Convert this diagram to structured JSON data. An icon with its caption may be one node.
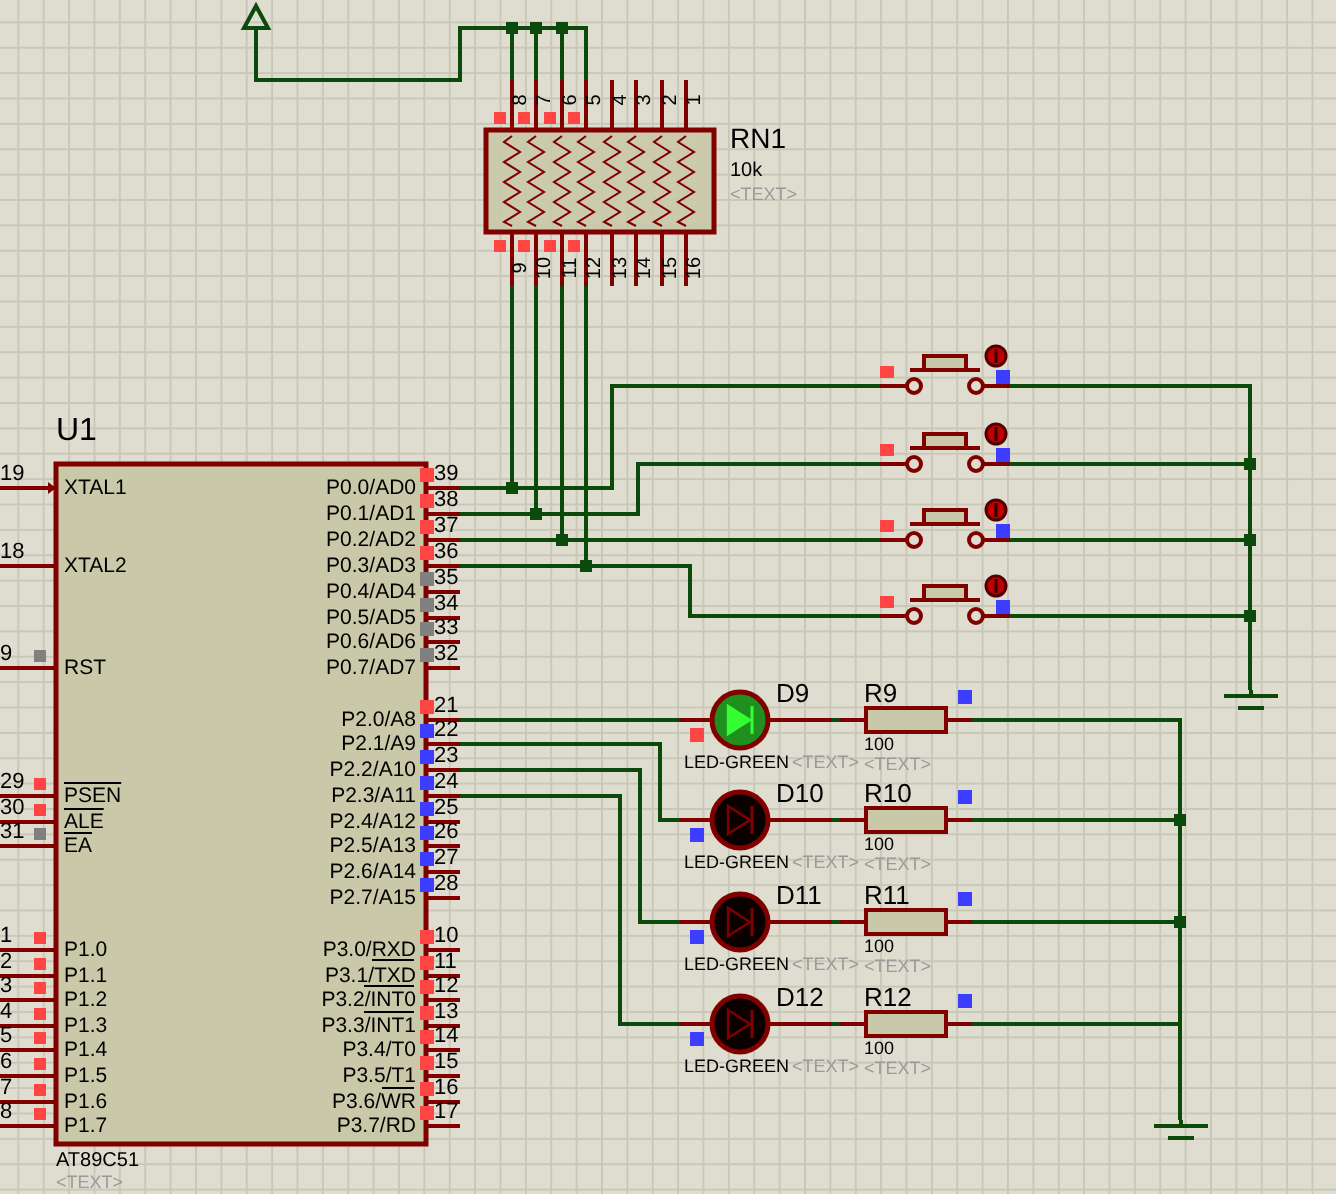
{
  "diagram": {
    "nodes": [
      {
        "text": [
          "U1"
        ],
        "beside": [
          "AT89C51",
          "<TEXT>"
        ]
      },
      {
        "text": [],
        "shape": "triangle"
      },
      {
        "text": [
          "RN1",
          "10k",
          "<TEXT>"
        ]
      },
      {
        "text": [],
        "shape": "switch"
      },
      {
        "text": [],
        "shape": "switch"
      },
      {
        "text": [],
        "shape": "switch"
      },
      {
        "text": [],
        "shape": "switch"
      },
      {
        "text": [
          "D9"
        ],
        "beside": [
          "LED-GREEN",
          "<TEXT>"
        ]
      },
      {
        "text": [
          "D10"
        ],
        "beside": [
          "LED-GREEN",
          "<TEXT>"
        ]
      },
      {
        "text": [
          "D11"
        ],
        "beside": [
          "LED-GREEN",
          "<TEXT>"
        ]
      },
      {
        "text": [
          "D12"
        ],
        "beside": [
          "LED-GREEN",
          "<TEXT>"
        ]
      },
      {
        "text": [
          "R9"
        ],
        "beside": [
          "100",
          "<TEXT>"
        ]
      },
      {
        "text": [
          "R10"
        ],
        "beside": [
          "100",
          "<TEXT>"
        ]
      },
      {
        "text": [
          "R11"
        ],
        "beside": [
          "100",
          "<TEXT>"
        ]
      },
      {
        "text": [
          "R12"
        ],
        "beside": [
          "100",
          "<TEXT>"
        ]
      },
      {
        "text": [],
        "shape": "ground"
      },
      {
        "text": [],
        "shape": "ground"
      }
    ],
    "edges": [
      {
        "from": 1,
        "to": 2,
        "arrow": "none"
      },
      {
        "from": 2,
        "to": 0,
        "arrow": "none"
      },
      {
        "from": 2,
        "to": 0,
        "arrow": "none"
      },
      {
        "from": 2,
        "to": 0,
        "arrow": "none"
      },
      {
        "from": 2,
        "to": 0,
        "arrow": "none"
      },
      {
        "from": 0,
        "to": 3,
        "arrow": "none"
      },
      {
        "from": 0,
        "to": 4,
        "arrow": "none"
      },
      {
        "from": 0,
        "to": 5,
        "arrow": "none"
      },
      {
        "from": 0,
        "to": 6,
        "arrow": "none"
      },
      {
        "from": 3,
        "to": 15,
        "arrow": "none"
      },
      {
        "from": 4,
        "to": 15,
        "arrow": "none"
      },
      {
        "from": 5,
        "to": 15,
        "arrow": "none"
      },
      {
        "from": 6,
        "to": 15,
        "arrow": "none"
      },
      {
        "from": 0,
        "to": 7,
        "arrow": "none"
      },
      {
        "from": 0,
        "to": 8,
        "arrow": "none"
      },
      {
        "from": 0,
        "to": 9,
        "arrow": "none"
      },
      {
        "from": 0,
        "to": 10,
        "arrow": "none"
      },
      {
        "from": 7,
        "to": 11,
        "arrow": "none"
      },
      {
        "from": 8,
        "to": 12,
        "arrow": "none"
      },
      {
        "from": 9,
        "to": 13,
        "arrow": "none"
      },
      {
        "from": 10,
        "to": 14,
        "arrow": "none"
      },
      {
        "from": 11,
        "to": 16,
        "arrow": "none"
      },
      {
        "from": 12,
        "to": 16,
        "arrow": "none"
      },
      {
        "from": 13,
        "to": 16,
        "arrow": "none"
      },
      {
        "from": 14,
        "to": 16,
        "arrow": "none"
      }
    ],
    "labels": [
      "8",
      "7",
      "6",
      "5",
      "4",
      "3",
      "2",
      "1",
      "9",
      "10",
      "11",
      "12",
      "13",
      "14",
      "15",
      "16",
      "19",
      "XTAL1",
      "18",
      "XTAL2",
      "9",
      "RST",
      "29",
      "PSEN",
      "30",
      "ALE",
      "31",
      "EA",
      "1",
      "P1.0",
      "2",
      "P1.1",
      "3",
      "P1.2",
      "4",
      "P1.3",
      "5",
      "P1.4",
      "6",
      "P1.5",
      "7",
      "P1.6",
      "8",
      "P1.7",
      "P0.0/AD0",
      "39",
      "P0.1/AD1",
      "38",
      "P0.2/AD2",
      "37",
      "P0.3/AD3",
      "36",
      "P0.4/AD4",
      "35",
      "P0.5/AD5",
      "34",
      "P0.6/AD6",
      "33",
      "P0.7/AD7",
      "32",
      "P2.0/A8",
      "21",
      "P2.1/A9",
      "22",
      "P2.2/A10",
      "23",
      "P2.3/A11",
      "24",
      "P2.4/A12",
      "25",
      "P2.5/A13",
      "26",
      "P2.6/A14",
      "27",
      "P2.7/A15",
      "28",
      "P3.0/RXD",
      "10",
      "P3.1/TXD",
      "11",
      "P3.2/INT0",
      "12",
      "P3.3/INT1",
      "13",
      "P3.4/T0",
      "14",
      "P3.5/T1",
      "15",
      "P3.6/WR",
      "16",
      "P3.7/RD",
      "17"
    ]
  }
}
